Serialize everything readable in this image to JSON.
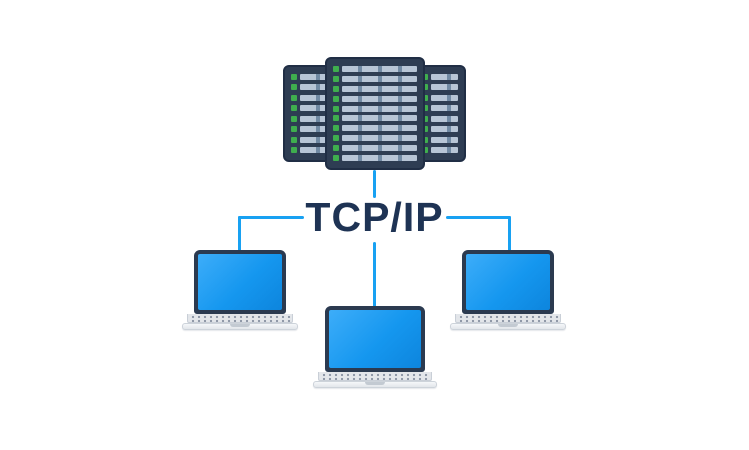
{
  "diagram": {
    "title": "TCP/IP",
    "nodes": [
      {
        "id": "server",
        "type": "server-rack"
      },
      {
        "id": "laptop-left",
        "type": "laptop"
      },
      {
        "id": "laptop-center",
        "type": "laptop"
      },
      {
        "id": "laptop-right",
        "type": "laptop"
      }
    ],
    "edges": [
      {
        "from": "server",
        "to": "laptop-left",
        "via": "TCP/IP"
      },
      {
        "from": "server",
        "to": "laptop-center",
        "via": "TCP/IP"
      },
      {
        "from": "server",
        "to": "laptop-right",
        "via": "TCP/IP"
      }
    ],
    "colors": {
      "accent_blue": "#18a1f2",
      "screen_blue": "#1597ef",
      "server_navy": "#2e3d53",
      "server_edge": "#202e45",
      "led_green": "#3fae4e",
      "text_navy": "#1e3354",
      "laptop_bezel": "#2b3a50",
      "laptop_base": "#e3e6ea"
    }
  }
}
